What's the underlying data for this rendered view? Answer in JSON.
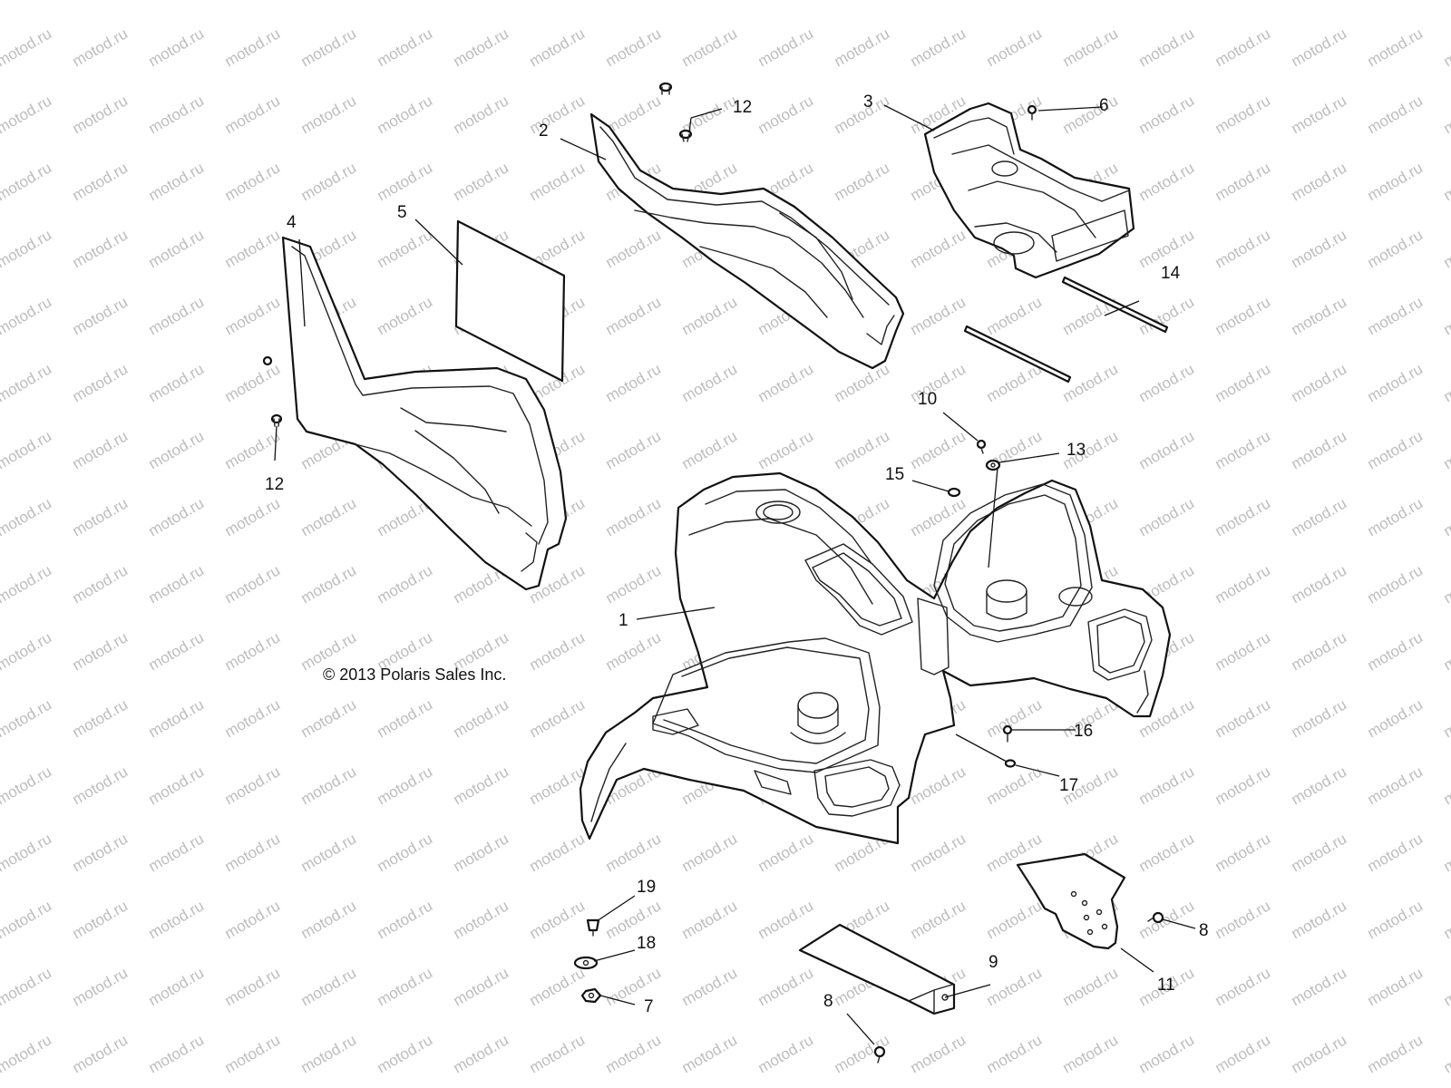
{
  "watermark": "motod.ru",
  "copyright": "© 2013 Polaris Sales Inc.",
  "callouts": [
    "1",
    "2",
    "3",
    "4",
    "5",
    "6",
    "7",
    "8",
    "8",
    "9",
    "10",
    "11",
    "12",
    "12",
    "13",
    "14",
    "15",
    "16",
    "17",
    "18",
    "19"
  ]
}
